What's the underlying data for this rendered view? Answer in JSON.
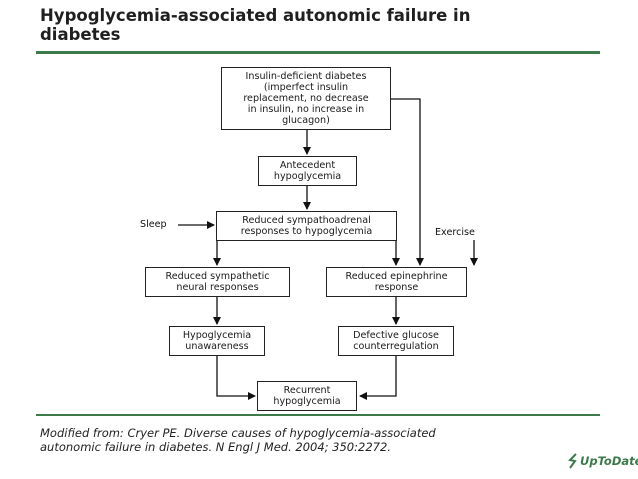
{
  "title": "Hypoglycemia-associated autonomic failure in\ndiabetes",
  "diagram": {
    "boxes": {
      "insulin_deficient": "Insulin-deficient diabetes\n(imperfect insulin\nreplacement, no decrease\nin insulin, no increase in\nglucagon)",
      "antecedent": "Antecedent\nhypoglycemia",
      "reduced_sympathoadrenal": "Reduced sympathoadrenal\nresponses to hypoglycemia",
      "reduced_sympathetic": "Reduced sympathetic\nneural responses",
      "reduced_epinephrine": "Reduced epinephrine\nresponse",
      "unawareness": "Hypoglycemia\nunawareness",
      "defective_glucose": "Defective glucose\ncounterregulation",
      "recurrent": "Recurrent\nhypoglycemia"
    },
    "labels": {
      "sleep": "Sleep",
      "exercise": "Exercise"
    }
  },
  "citation": "Modified from: Cryer PE. Diverse causes of hypoglycemia-associated\nautonomic failure in diabetes. N Engl J Med. 2004; 350:2272.",
  "logo": {
    "text": "UpToDate",
    "color": "#3c7a4a"
  }
}
